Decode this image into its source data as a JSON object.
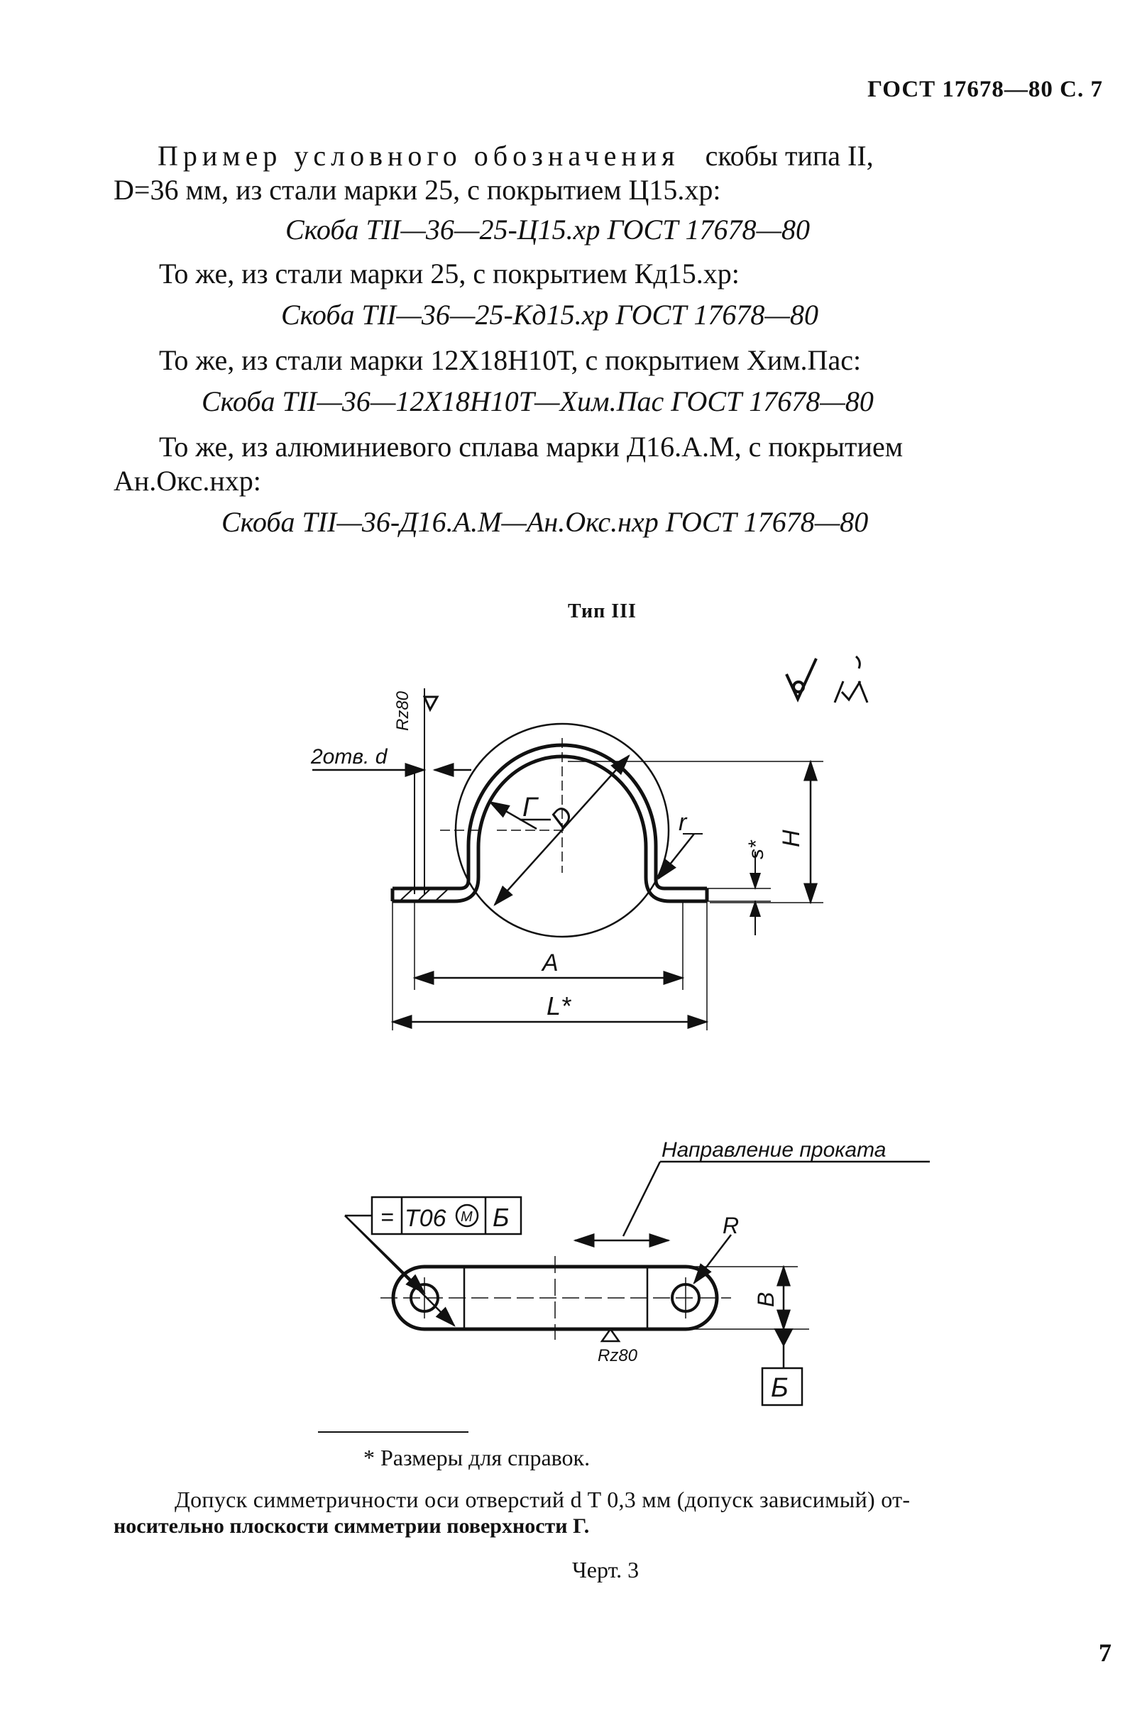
{
  "header": {
    "standard_page": "ГОСТ 17678—80 С. 7"
  },
  "examples": {
    "intro_spaced": "Пример условного обозначения",
    "intro_rest": "скобы типа II,",
    "intro_line2": "D=36 мм, из стали марки 25, с покрытием Ц15.хр:",
    "designation1": "Скоба TII—36—25-Ц15.хр ГОСТ 17678—80",
    "same2": "То же, из стали марки 25, с покрытием Кд15.хр:",
    "designation2": "Скоба TII—36—25-Кд15.хр ГОСТ 17678—80",
    "same3": "То же, из стали марки 12Х18Н10Т, с покрытием Хим.Пас:",
    "designation3": "Скоба TII—36—12Х18Н10Т—Хим.Пас ГОСТ 17678—80",
    "same4_line1": "То же, из алюминиевого сплава марки Д16.А.М, с покрытием",
    "same4_line2": "Ан.Окс.нхр:",
    "designation4": "Скоба TII—36-Д16.А.М—Ан.Окс.нхр ГОСТ 17678—80"
  },
  "figure": {
    "type_label": "Тип III",
    "roughness_general": "Rz80",
    "holes_label": "2отв. d",
    "surface_label": "Г",
    "dim_D": "D",
    "dim_r": "r",
    "dim_s": "s*",
    "dim_H": "H",
    "dim_A": "A",
    "dim_L": "L*",
    "rolling_direction": "Направление проката",
    "tolerance_symbol": "=",
    "tolerance_value": "T06",
    "tolerance_modifier": "M",
    "datum_ref": "Б",
    "dim_R": "R",
    "dim_B": "B",
    "roughness_bottom": "Rz80",
    "datum_label": "Б"
  },
  "notes": {
    "reference_dims": "* Размеры для справок.",
    "tolerance_line1": "Допуск симметричности оси отверстий d T 0,3 мм (допуск зависимый) от-",
    "tolerance_line2": "носительно плоскости симметрии поверхности Г.",
    "drawing_caption": "Черт. 3"
  },
  "page_number": "7"
}
